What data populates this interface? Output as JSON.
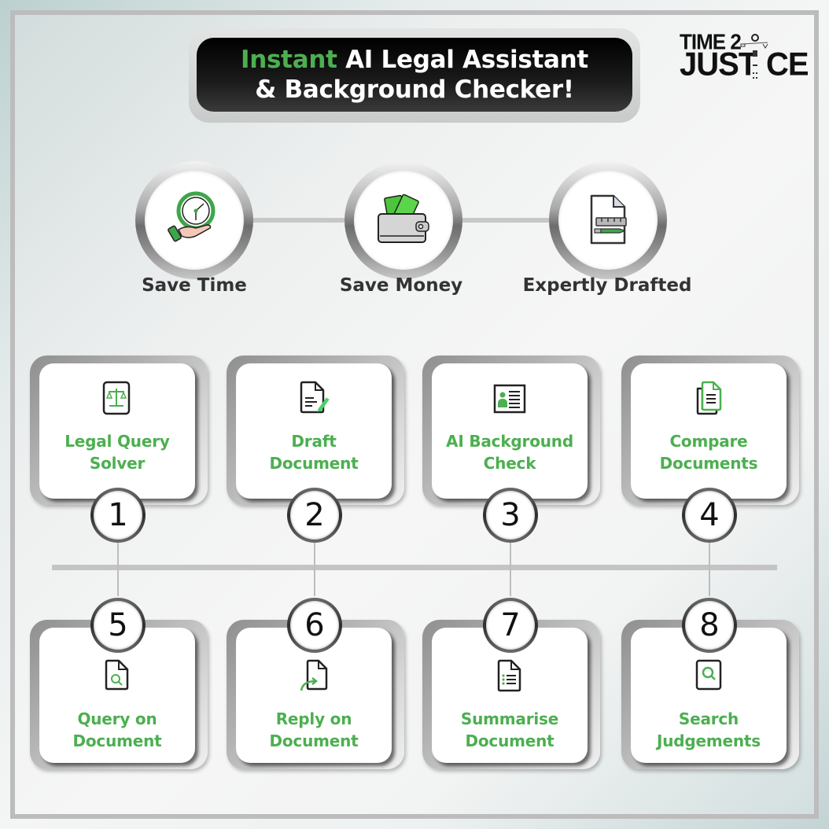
{
  "header": {
    "title_accent": "Instant",
    "title_line1_rest": " AI Legal Assistant",
    "title_line2": "& Background Checker!",
    "brand_line1": "TIME 2",
    "brand_line2_left": "JUST",
    "brand_line2_right": "CE"
  },
  "benefits": [
    {
      "label": "Save Time",
      "icon": "clock-hand-icon"
    },
    {
      "label": "Save Money",
      "icon": "wallet-money-icon"
    },
    {
      "label": "Expertly Drafted",
      "icon": "document-ruler-pencil-icon"
    }
  ],
  "features": [
    {
      "number": "1",
      "line1": "Legal Query",
      "line2": "Solver",
      "icon": "scales-document-icon"
    },
    {
      "number": "2",
      "line1": "Draft",
      "line2": "Document",
      "icon": "document-pen-icon"
    },
    {
      "number": "3",
      "line1": "AI Background",
      "line2": "Check",
      "icon": "id-card-icon"
    },
    {
      "number": "4",
      "line1": "Compare",
      "line2": "Documents",
      "icon": "copy-documents-icon"
    },
    {
      "number": "5",
      "line1": "Query on",
      "line2": "Document",
      "icon": "document-search-icon"
    },
    {
      "number": "6",
      "line1": "Reply on",
      "line2": "Document",
      "icon": "document-reply-icon"
    },
    {
      "number": "7",
      "line1": "Summarise",
      "line2": "Document",
      "icon": "document-list-icon"
    },
    {
      "number": "8",
      "line1": "Search",
      "line2": "Judgements",
      "icon": "search-judgement-icon"
    }
  ],
  "colors": {
    "accent_green": "#4caf50",
    "title_bg": "#000000",
    "text_dark": "#333333",
    "border_gray": "#bdbcbd"
  }
}
